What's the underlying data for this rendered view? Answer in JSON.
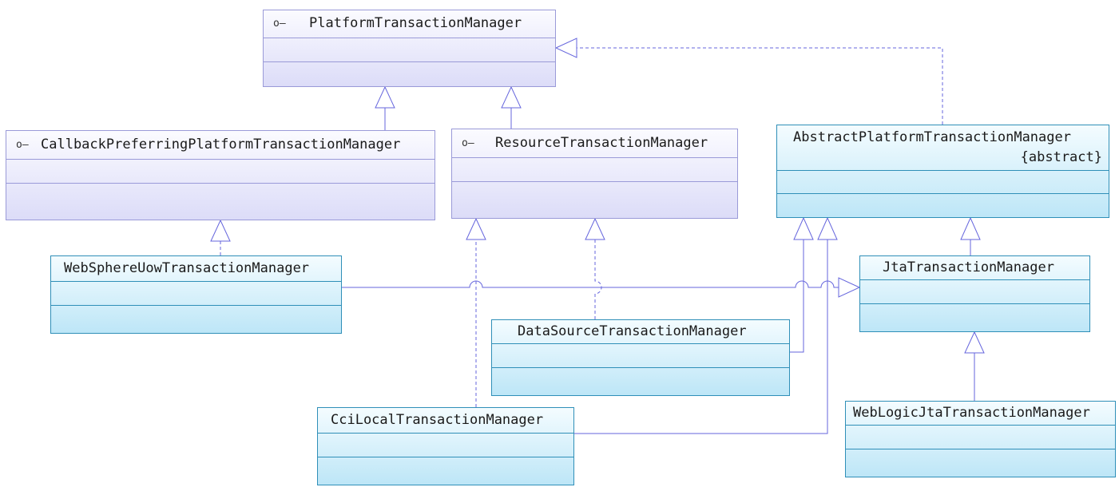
{
  "interface_icon": "lollipop-interface-icon",
  "colors": {
    "interface_border": "#9a9ad8",
    "class_border": "#2f8fb8",
    "connector": "#6666dd"
  },
  "classes": {
    "platform": {
      "name": "PlatformTransactionManager",
      "kind": "interface"
    },
    "callback": {
      "name": "CallbackPreferringPlatformTransactionManager",
      "kind": "interface"
    },
    "resource": {
      "name": "ResourceTransactionManager",
      "kind": "interface"
    },
    "abstract": {
      "name": "AbstractPlatformTransactionManager",
      "stereotype": "{abstract}",
      "kind": "abstract class"
    },
    "websphere": {
      "name": "WebSphereUowTransactionManager",
      "kind": "class"
    },
    "jta": {
      "name": "JtaTransactionManager",
      "kind": "class"
    },
    "datasource": {
      "name": "DataSourceTransactionManager",
      "kind": "class"
    },
    "cci": {
      "name": "CciLocalTransactionManager",
      "kind": "class"
    },
    "weblogic": {
      "name": "WebLogicJtaTransactionManager",
      "kind": "class"
    }
  },
  "relations": [
    {
      "from": "CallbackPreferringPlatformTransactionManager",
      "to": "PlatformTransactionManager",
      "type": "generalization"
    },
    {
      "from": "ResourceTransactionManager",
      "to": "PlatformTransactionManager",
      "type": "generalization"
    },
    {
      "from": "AbstractPlatformTransactionManager",
      "to": "PlatformTransactionManager",
      "type": "realization"
    },
    {
      "from": "WebSphereUowTransactionManager",
      "to": "CallbackPreferringPlatformTransactionManager",
      "type": "realization"
    },
    {
      "from": "WebSphereUowTransactionManager",
      "to": "JtaTransactionManager",
      "type": "generalization"
    },
    {
      "from": "JtaTransactionManager",
      "to": "AbstractPlatformTransactionManager",
      "type": "generalization"
    },
    {
      "from": "WebLogicJtaTransactionManager",
      "to": "JtaTransactionManager",
      "type": "generalization"
    },
    {
      "from": "DataSourceTransactionManager",
      "to": "ResourceTransactionManager",
      "type": "realization"
    },
    {
      "from": "DataSourceTransactionManager",
      "to": "AbstractPlatformTransactionManager",
      "type": "generalization"
    },
    {
      "from": "CciLocalTransactionManager",
      "to": "ResourceTransactionManager",
      "type": "realization"
    },
    {
      "from": "CciLocalTransactionManager",
      "to": "AbstractPlatformTransactionManager",
      "type": "generalization"
    }
  ]
}
